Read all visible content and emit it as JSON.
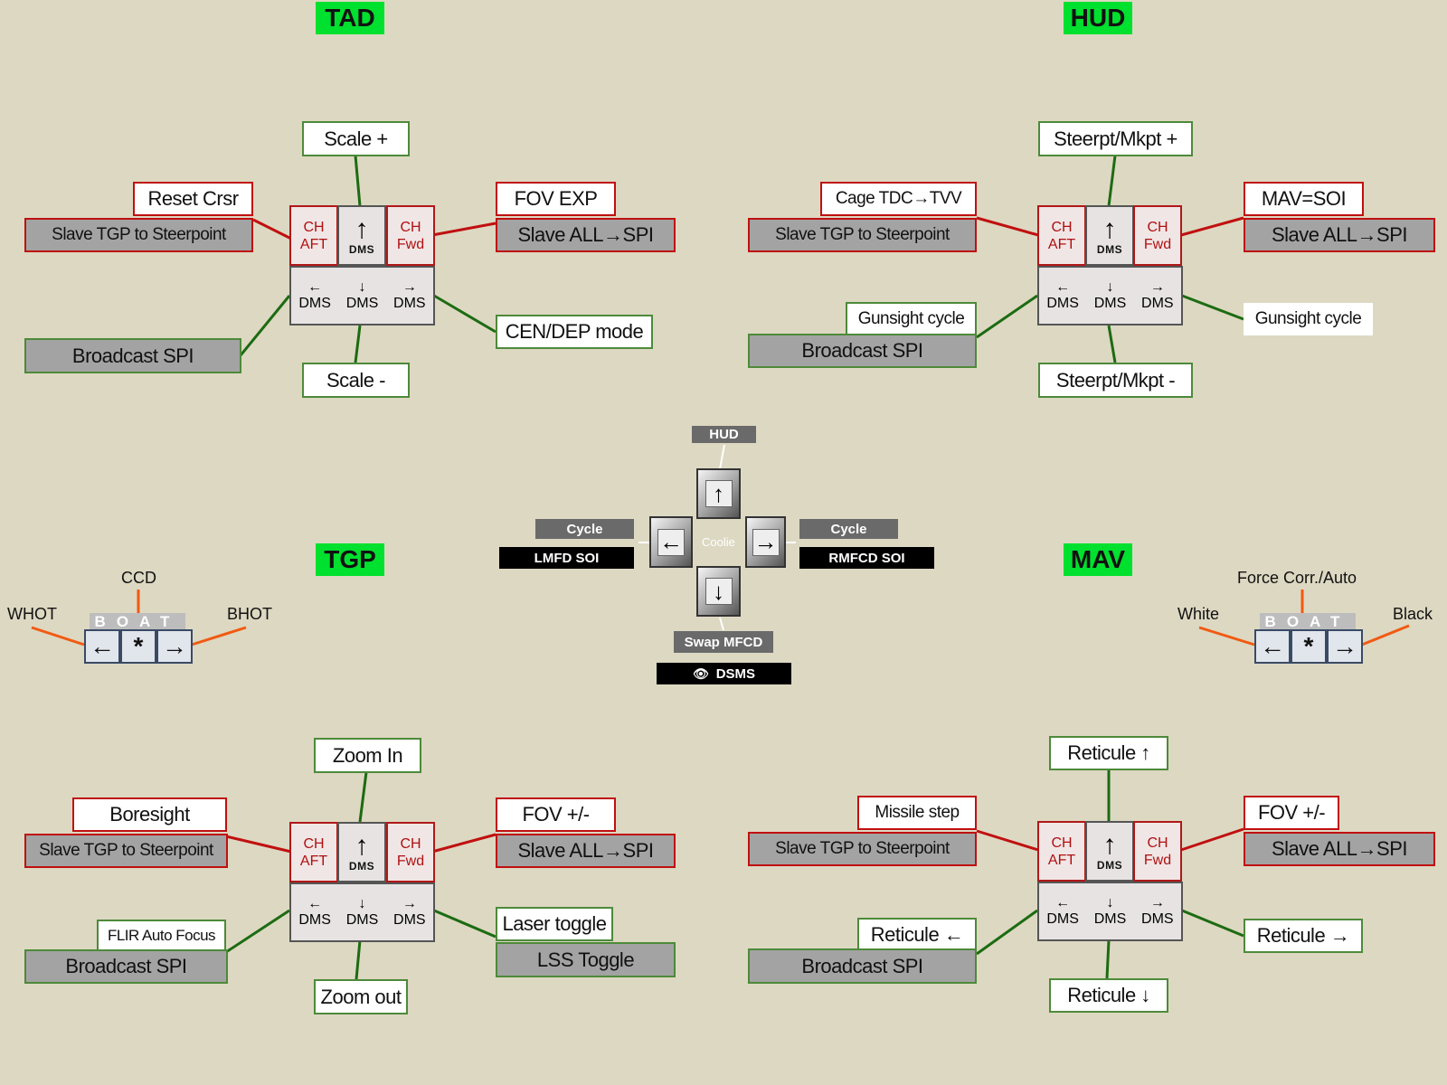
{
  "tad": {
    "title": "TAD",
    "up": "Scale +",
    "down": "Scale -",
    "ch_aft_short": "Reset Crsr",
    "ch_aft_long": "Slave  TGP to Steerpoint",
    "ch_fwd_short": "FOV EXP",
    "ch_fwd_long": "Slave ALL→SPI",
    "left": "Broadcast SPI",
    "right": "CEN/DEP mode"
  },
  "hud": {
    "title": "HUD",
    "up": "Steerpt/Mkpt +",
    "down": "Steerpt/Mkpt  -",
    "ch_aft_short": "Cage TDC→TVV",
    "ch_aft_long": "Slave  TGP to Steerpoint",
    "ch_fwd_short": "MAV=SOI",
    "ch_fwd_long": "Slave ALL→SPI",
    "left_short": "Gunsight cycle",
    "left_long": "Broadcast SPI",
    "right": "Gunsight cycle"
  },
  "tgp": {
    "title": "TGP",
    "up": "Zoom In",
    "down": "Zoom out",
    "ch_aft_short": "Boresight",
    "ch_aft_long": "Slave  TGP to Steerpoint",
    "ch_fwd_short": "FOV +/-",
    "ch_fwd_long": "Slave ALL→SPI",
    "left_short": "FLIR Auto Focus",
    "left_long": "Broadcast SPI",
    "right_short": "Laser toggle",
    "right_long": "LSS Toggle",
    "boat": {
      "label": "BOAT",
      "up": "CCD",
      "left": "WHOT",
      "right": "BHOT"
    }
  },
  "mav": {
    "title": "MAV",
    "up": "Reticule ↑",
    "down": "Reticule ↓",
    "ch_aft_short": "Missile step",
    "ch_aft_long": "Slave  TGP to Steerpoint",
    "ch_fwd_short": "FOV +/-",
    "ch_fwd_long": "Slave ALL→SPI",
    "left_short": "Reticule ←",
    "left_long": "Broadcast SPI",
    "right": "Reticule →",
    "boat": {
      "label": "BOAT",
      "up": "Force Corr./Auto",
      "left": "White",
      "right": "Black"
    }
  },
  "dms": {
    "ch_aft": [
      "CH",
      "AFT"
    ],
    "ch_fwd": [
      "CH",
      "Fwd"
    ],
    "label": "DMS",
    "arrows": {
      "up": "↑",
      "down": "↓",
      "left": "←",
      "right": "→"
    }
  },
  "boat_keys": {
    "left": "←",
    "center": "*",
    "right": "→"
  },
  "coolie": {
    "up": "HUD",
    "left_top": "Cycle",
    "left_bottom": "LMFD SOI",
    "right_top": "Cycle",
    "right_bottom": "RMFCD SOI",
    "down": "Swap MFCD",
    "center": "Coolie",
    "footer": "DSMS"
  },
  "colors": {
    "green_line": "#1c6b12",
    "red_line": "#c01010",
    "orange_line": "#f15a12",
    "title_bg": "#00e02e",
    "background": "#ddd8c2"
  }
}
